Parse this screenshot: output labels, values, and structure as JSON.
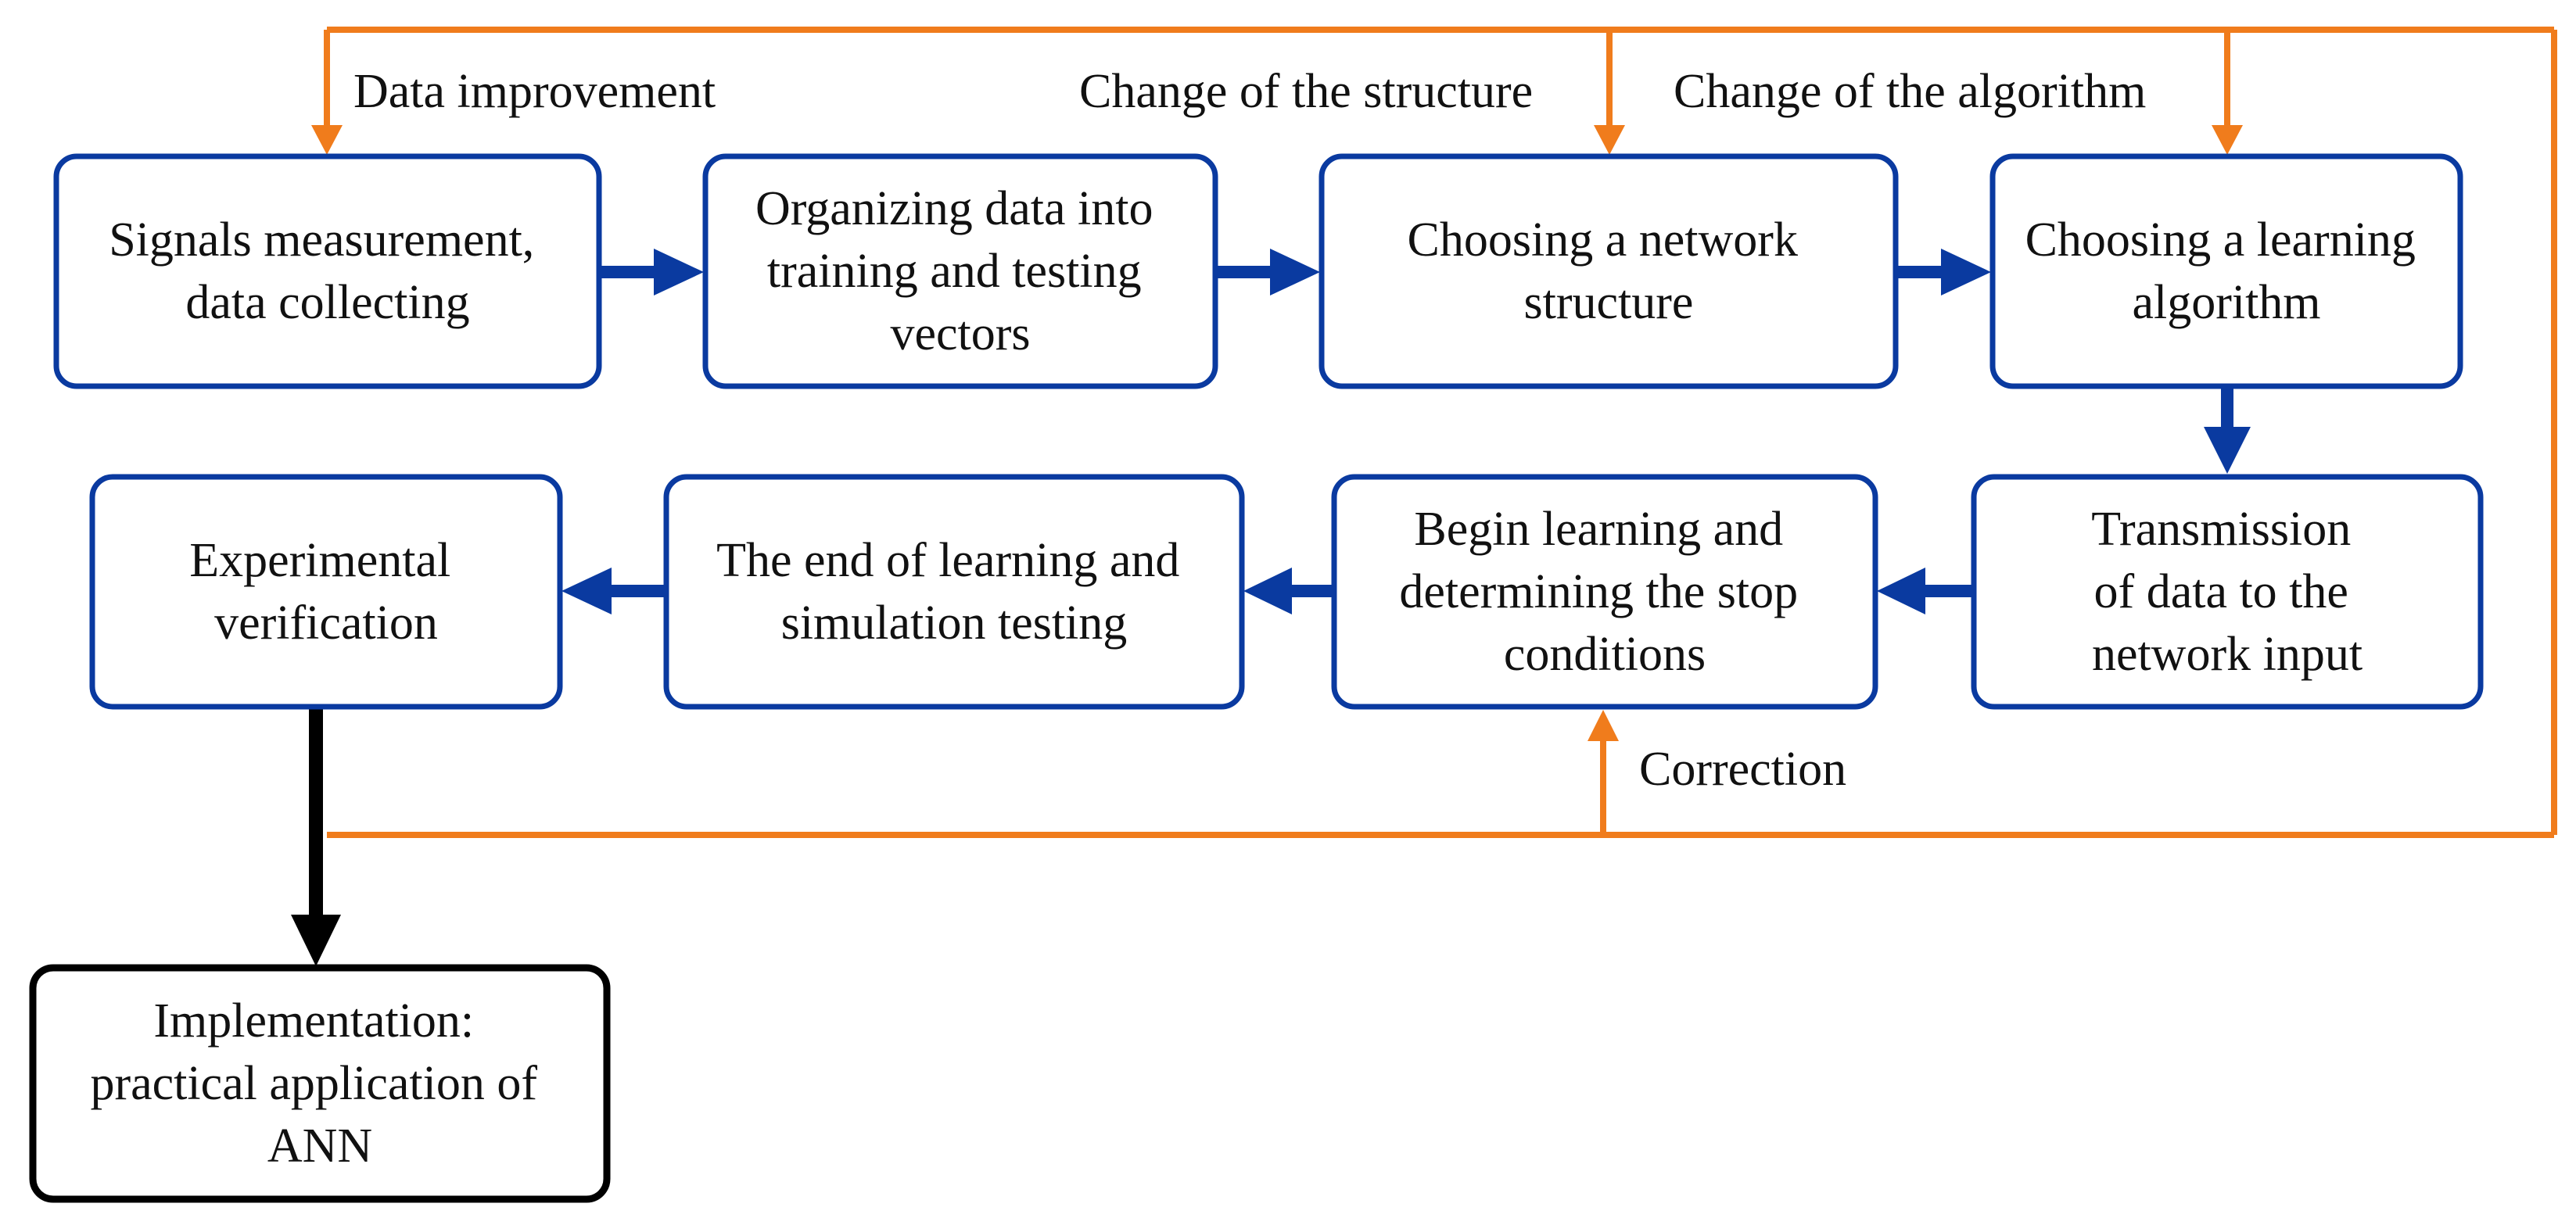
{
  "nodes": {
    "signals": {
      "lines": [
        "Signals measurement,",
        "data collecting"
      ]
    },
    "organizing": {
      "lines": [
        "Organizing data into",
        "training and testing",
        "vectors"
      ]
    },
    "structure": {
      "lines": [
        "Choosing a network",
        "structure"
      ]
    },
    "algorithm": {
      "lines": [
        "Choosing a learning",
        "algorithm"
      ]
    },
    "transmission": {
      "lines": [
        "Transmission",
        "of data to the",
        "network input"
      ]
    },
    "begin": {
      "lines": [
        "Begin learning and",
        "determining the stop",
        "conditions"
      ]
    },
    "end": {
      "lines": [
        "The end of learning and",
        "simulation testing"
      ]
    },
    "experimental": {
      "lines": [
        "Experimental",
        "verification"
      ]
    },
    "implementation": {
      "lines": [
        "Implementation:",
        "practical application of",
        "ANN"
      ]
    }
  },
  "edge_labels": {
    "data_improvement": "Data improvement",
    "change_structure": "Change of the structure",
    "change_algorithm": "Change of the algorithm",
    "correction": "Correction"
  },
  "colors": {
    "process_border": "#0a3aa0",
    "process_arrow": "#0a3aa0",
    "feedback": "#f07c1c",
    "final_border": "#000000",
    "text": "#111111"
  }
}
